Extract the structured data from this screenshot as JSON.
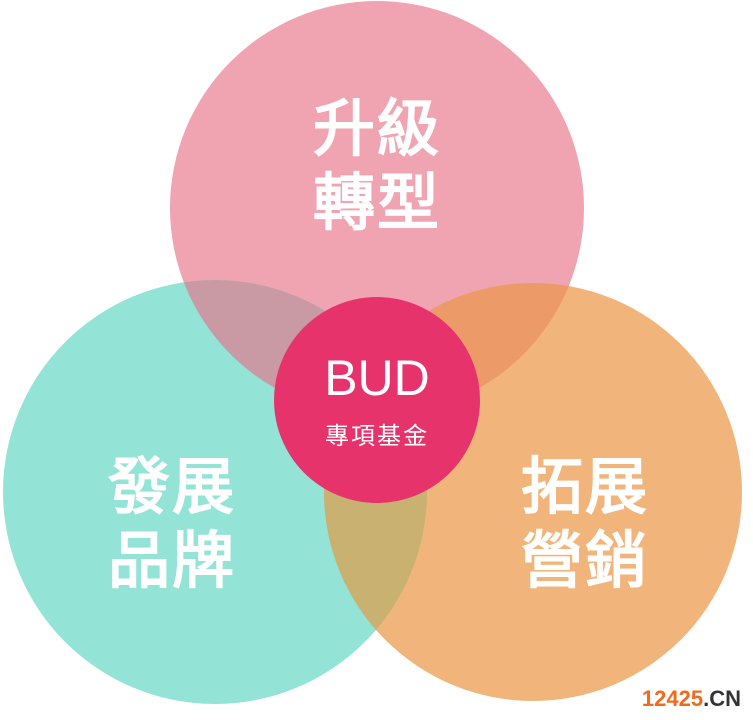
{
  "colors": {
    "top": "#f0a3b1",
    "left": "#93e4d6",
    "right": "#f1b57c",
    "center": "#e6336b",
    "top_left": "#c99aa3",
    "top_right": "#ec9a68",
    "left_right": "#c9b171"
  },
  "circles": {
    "top": {
      "line1": "升級",
      "line2": "轉型"
    },
    "left": {
      "line1": "發展",
      "line2": "品牌"
    },
    "right": {
      "line1": "拓展",
      "line2": "營銷"
    },
    "center": {
      "title": "BUD",
      "subtitle": "專項基金"
    }
  },
  "watermark": {
    "number": "12425",
    "suffix": ".CN"
  }
}
